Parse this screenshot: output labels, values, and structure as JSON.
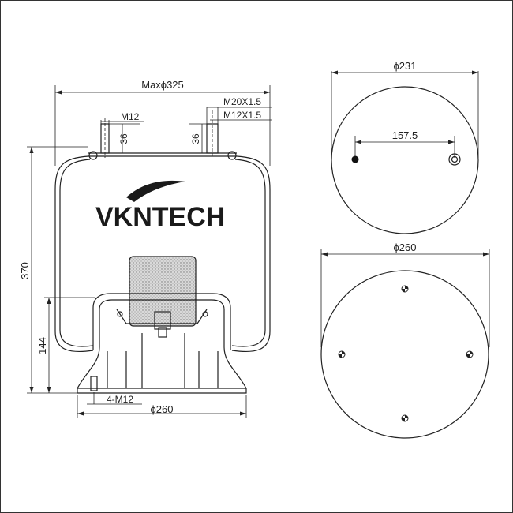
{
  "brand": {
    "logo_text": "VKNTECH"
  },
  "side_view": {
    "max_diameter_label": "Maxϕ325",
    "height_label": "370",
    "piston_height_label": "144",
    "bottom_diameter_label": "ϕ260",
    "left_stud_label": "M12",
    "left_stud_length": "36",
    "right_stud_label_top": "M20X1.5",
    "right_stud_label_bottom": "M12X1.5",
    "right_stud_length": "36",
    "bottom_bolt_label": "4-M12"
  },
  "top_plate_view": {
    "diameter_label": "ϕ231",
    "hole_spacing_label": "157.5"
  },
  "bottom_plate_view": {
    "diameter_label": "ϕ260"
  }
}
